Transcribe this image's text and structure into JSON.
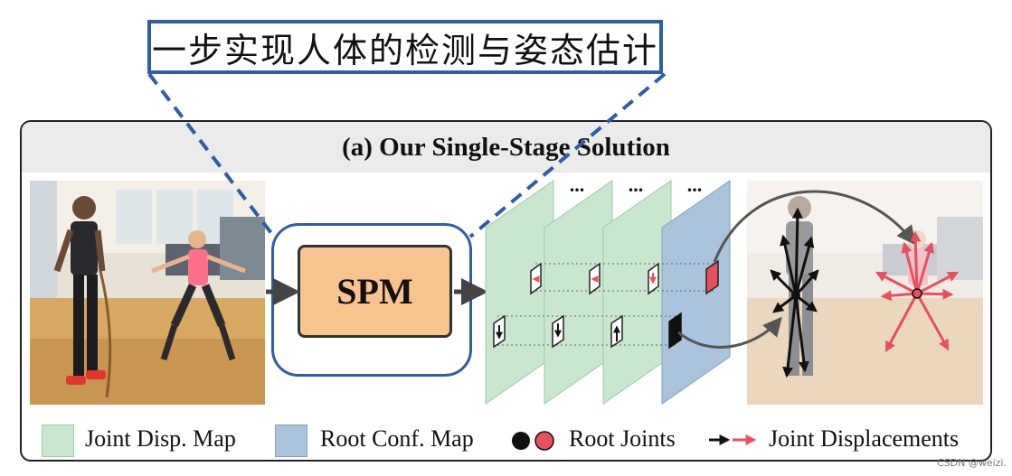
{
  "callout": {
    "text": "一步实现人体的检测与姿态估计"
  },
  "panel": {
    "title": "(a) Our Single-Stage Solution"
  },
  "network": {
    "label": "SPM"
  },
  "maps": {
    "ellipsis": "..."
  },
  "legend": {
    "joint_disp_map": "Joint Disp. Map",
    "root_conf_map": "Root Conf. Map",
    "root_joints": "Root Joints",
    "joint_displacements": "Joint Displacements"
  },
  "watermark": "CSDN @weizi.",
  "colors": {
    "callout_border": "#2f5da6",
    "spm_fill": "#f8c48e",
    "disp_map_fill": "#c9e6cf",
    "root_map_fill": "#a9c4dc",
    "red_marker": "#e8505b",
    "header_bg": "#ebebeb"
  }
}
